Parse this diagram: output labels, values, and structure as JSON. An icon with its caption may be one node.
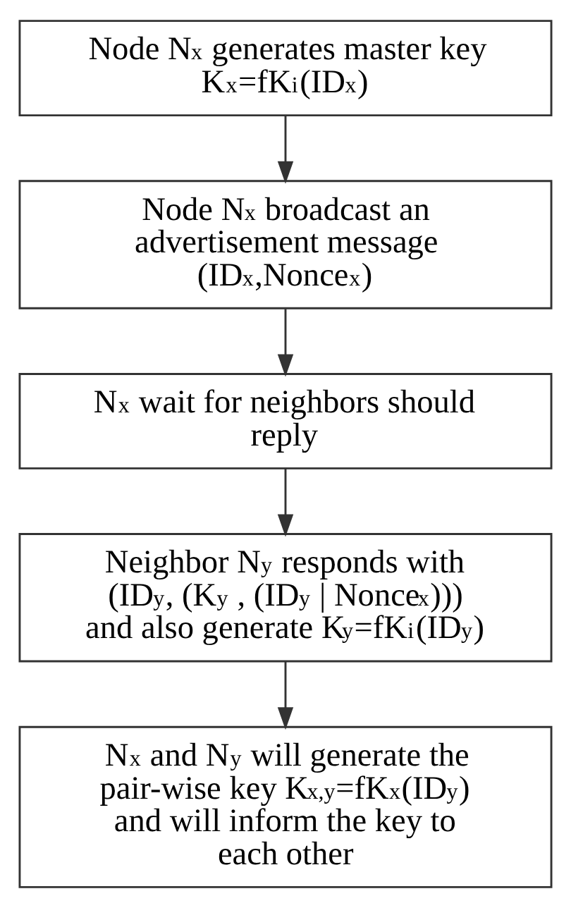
{
  "diagram": {
    "nodes": [
      {
        "text": [
          "Node N$_{x}$ generates master key K$_{x}$=fK$_{i}$(ID$_{x}$)"
        ]
      },
      {
        "text": [
          "Node N$_{x}$ broadcast an advertisement message (ID$_{x}$,Nonce$_{x}$)"
        ]
      },
      {
        "text": [
          "N$_{x}$ wait for neighbors should reply"
        ]
      },
      {
        "text": [
          "Neighbor N$_{y}$ responds with (ID$_{y}$, (K$_{y}$ , (ID$_{y}$ | Nonce$_{x}$))) and also generate K$_{y}$=fK$_{i}$(ID$_{y}$)"
        ]
      },
      {
        "text": [
          "N$_{x}$ and N$_{y}$ will generate the pair-wise key K$_{x,y}$=fK$_{x}$(ID$_{y}$) and will inform the key to each other"
        ]
      }
    ],
    "edges": [
      {
        "from": 0,
        "to": 1,
        "arrow": "to"
      },
      {
        "from": 1,
        "to": 2,
        "arrow": "to"
      },
      {
        "from": 2,
        "to": 3,
        "arrow": "to"
      },
      {
        "from": 3,
        "to": 4,
        "arrow": "to"
      }
    ]
  }
}
